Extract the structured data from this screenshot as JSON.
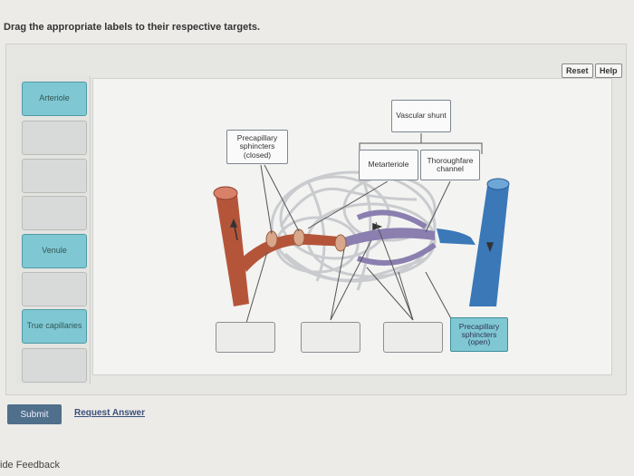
{
  "instruction": "Drag the appropriate labels to their respective targets.",
  "toolbar": {
    "reset_label": "Reset",
    "help_label": "Help"
  },
  "label_bank": [
    {
      "label": "Arteriole",
      "state": "filled"
    },
    {
      "label": "",
      "state": "empty"
    },
    {
      "label": "",
      "state": "empty"
    },
    {
      "label": "",
      "state": "empty"
    },
    {
      "label": "Venule",
      "state": "filled"
    },
    {
      "label": "",
      "state": "empty"
    },
    {
      "label": "True capillaries",
      "state": "filled"
    },
    {
      "label": "",
      "state": "empty"
    }
  ],
  "diagram": {
    "labels": {
      "precap_closed": "Precapillary sphincters (closed)",
      "vascular_shunt": "Vascular shunt",
      "metarteriole": "Metarteriole",
      "thoroughfare": "Thoroughfare channel"
    },
    "targets": [
      {
        "value": ""
      },
      {
        "value": ""
      },
      {
        "value": ""
      },
      {
        "value": "Precapillary sphincters (open)"
      }
    ]
  },
  "footer": {
    "submit_label": "Submit",
    "request_answer": "Request Answer",
    "feedback": "ide Feedback"
  },
  "colors": {
    "filled_label": "#7fc8d3",
    "artery": "#b4553a",
    "vein": "#3a78b8",
    "capillary_purple": "#8b7fb0",
    "submit": "#4f6f8b"
  }
}
